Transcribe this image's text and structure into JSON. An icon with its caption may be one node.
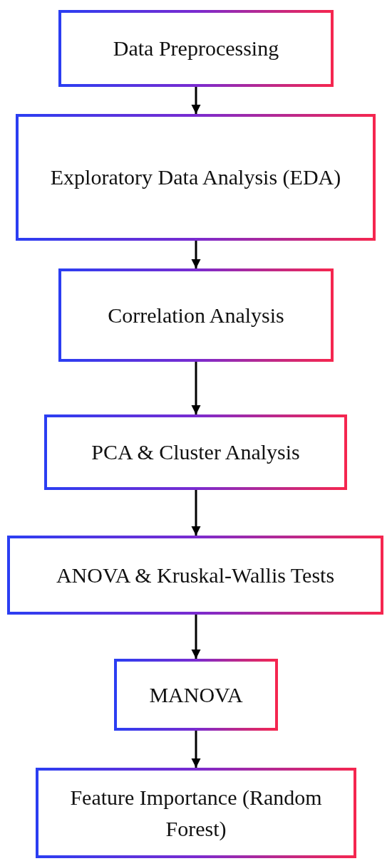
{
  "diagram": {
    "nodes": [
      {
        "text": [
          "Data Preprocessing"
        ]
      },
      {
        "text": [
          "Exploratory Data Analysis (EDA)"
        ]
      },
      {
        "text": [
          "Correlation Analysis"
        ]
      },
      {
        "text": [
          "PCA & Cluster Analysis"
        ]
      },
      {
        "text": [
          "ANOVA & Kruskal-Wallis Tests"
        ]
      },
      {
        "text": [
          "MANOVA"
        ]
      },
      {
        "text": [
          "Feature Importance (Random Forest)"
        ]
      }
    ],
    "edges": [
      {
        "from": 0,
        "to": 1,
        "arrow": "to"
      },
      {
        "from": 1,
        "to": 2,
        "arrow": "to"
      },
      {
        "from": 2,
        "to": 3,
        "arrow": "to"
      },
      {
        "from": 3,
        "to": 4,
        "arrow": "to"
      },
      {
        "from": 4,
        "to": 5,
        "arrow": "to"
      },
      {
        "from": 5,
        "to": 6,
        "arrow": "to"
      }
    ]
  }
}
